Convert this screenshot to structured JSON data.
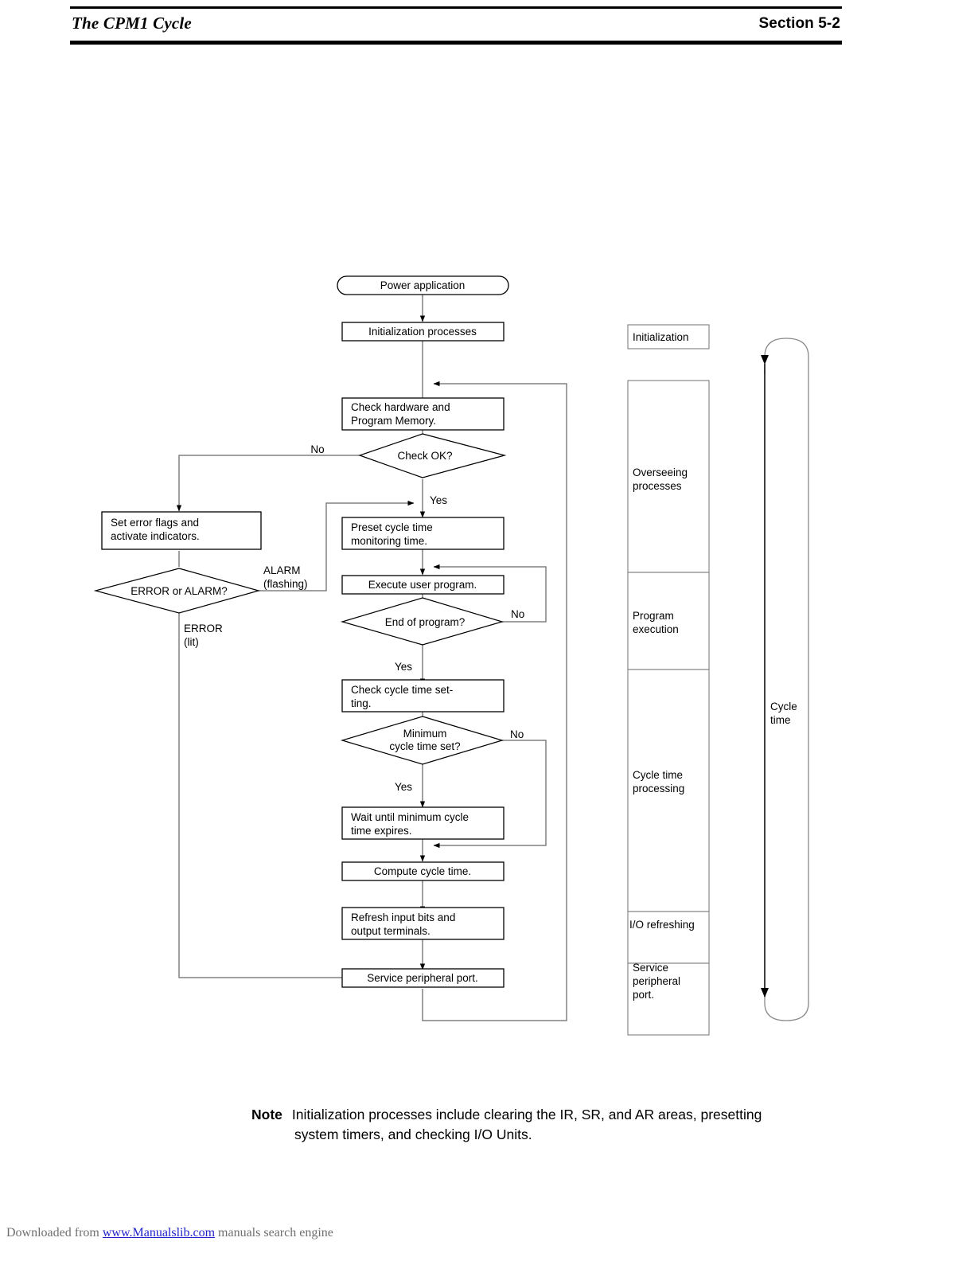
{
  "header": {
    "left_title": "The CPM1 Cycle",
    "right_title": "Section 5-2"
  },
  "flowchart": {
    "nodes": {
      "power": "Power application",
      "init": "Initialization processes",
      "check_hw_l1": "Check hardware and",
      "check_hw_l2": "Program Memory.",
      "check_ok": "Check OK?",
      "set_err_l1": "Set error flags and",
      "set_err_l2": "activate indicators.",
      "err_alarm": "ERROR or ALARM?",
      "preset_l1": "Preset cycle time",
      "preset_l2": "monitoring time.",
      "execute": "Execute user program.",
      "end_prog": "End of program?",
      "check_cyc_l1": "Check cycle time set-",
      "check_cyc_l2": "ting.",
      "min_cyc_l1": "Minimum",
      "min_cyc_l2": "cycle time set?",
      "wait_l1": "Wait until minimum cycle",
      "wait_l2": "time expires.",
      "compute": "Compute cycle time.",
      "refresh_l1": "Refresh input bits and",
      "refresh_l2": "output terminals.",
      "service": "Service peripheral port."
    },
    "edge_labels": {
      "no_check": "No",
      "yes_check": "Yes",
      "alarm_l1": "ALARM",
      "alarm_l2": "(flashing)",
      "error_l1": "ERROR",
      "error_l2": "(lit)",
      "no_end": "No",
      "yes_end": "Yes",
      "no_min": "No",
      "yes_min": "Yes"
    },
    "phases": {
      "initialization": "Initialization",
      "overseeing_l1": "Overseeing",
      "overseeing_l2": "processes",
      "program_l1": "Program",
      "program_l2": "execution",
      "cycletime_l1": "Cycle  time",
      "cycletime_l2": "processing",
      "io_refresh": "I/O refreshing",
      "service_l1": "Service",
      "service_l2": "peripheral",
      "service_l3": "port."
    },
    "bracket": {
      "label_l1": "Cycle",
      "label_l2": "time"
    },
    "colors": {
      "line": "#808080",
      "stroke": "#000000",
      "text": "#000000"
    }
  },
  "note": {
    "label": "Note",
    "line1": "Initialization processes include clearing the IR, SR, and AR areas, presetting",
    "line2": "system timers, and checking I/O Units."
  },
  "footer": {
    "prefix": "Downloaded from ",
    "link": "www.Manualslib.com",
    "suffix": " manuals search engine"
  }
}
